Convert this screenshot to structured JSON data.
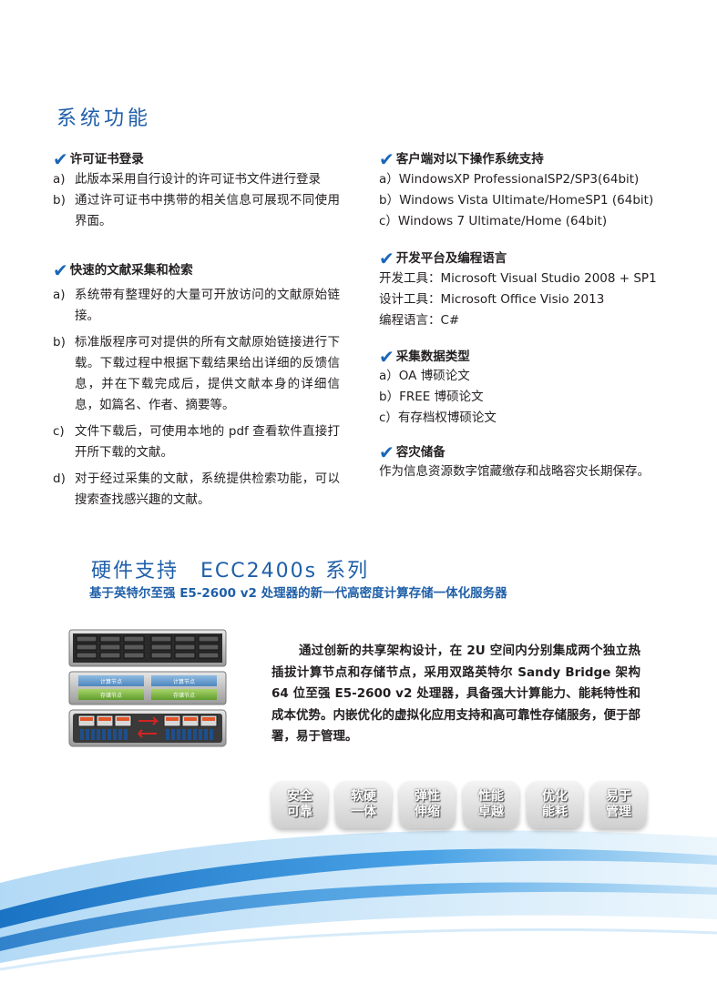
{
  "system": {
    "title": "系统功能",
    "left": [
      {
        "heading": "许可证书登录",
        "items": [
          {
            "mark": "a)",
            "text": "此版本采用自行设计的许可证书文件进行登录"
          },
          {
            "mark": "b)",
            "text": "通过许可证书中携带的相关信息可展现不同使用界面。"
          }
        ]
      },
      {
        "heading": "快速的文献采集和检索",
        "items": [
          {
            "mark": "a)",
            "text": "系统带有整理好的大量可开放访问的文献原始链接。"
          },
          {
            "mark": "b)",
            "text": "标准版程序可对提供的所有文献原始链接进行下载。下载过程中根据下载结果给出详细的反馈信息，并在下载完成后，提供文献本身的详细信息，如篇名、作者、摘要等。"
          },
          {
            "mark": "c)",
            "text": "文件下载后，可使用本地的 pdf 查看软件直接打开所下载的文献。"
          },
          {
            "mark": "d)",
            "text": "对于经过采集的文献，系统提供检索功能，可以搜索查找感兴趣的文献。"
          }
        ]
      }
    ],
    "right": [
      {
        "heading": "客户端对以下操作系统支持",
        "lines": [
          "a）WindowsXP ProfessionalSP2/SP3(64bit)",
          "b）Windows Vista Ultimate/HomeSP1 (64bit)",
          "c）Windows 7 Ultimate/Home (64bit)"
        ]
      },
      {
        "heading": "开发平台及编程语言",
        "lines": [
          "开发工具：Microsoft Visual Studio 2008 + SP1",
          "设计工具：Microsoft Office Visio 2013",
          "编程语言：C#"
        ]
      },
      {
        "heading": "采集数据类型",
        "lines": [
          "a）OA 博硕论文",
          "b）FREE 博硕论文",
          "c）有存档权博硕论文"
        ]
      },
      {
        "heading": "容灾储备",
        "lines": [
          "作为信息资源数字馆藏缴存和战略容灾长期保存。"
        ]
      }
    ]
  },
  "hardware": {
    "title": "硬件支持　ECC2400s 系列",
    "subtitle": "基于英特尔至强 E5-2600 v2 处理器的新一代高密度计算存储一体化服务器",
    "paragraph": "通过创新的共享架构设计，在 2U 空间内分别集成两个独立热插拔计算节点和存储节点，采用双路英特尔 Sandy Bridge 架构 64 位至强 E5-2600 v2 处理器，具备强大计算能力、能耗特性和成本优势。内嵌优化的虚拟化应用支持和高可靠性存储服务，便于部署，易于管理。",
    "server_labels": {
      "compute": "计算节点",
      "storage": "存储节点"
    }
  },
  "badges": [
    {
      "l1": "安全",
      "l2": "可靠"
    },
    {
      "l1": "软硬",
      "l2": "一体"
    },
    {
      "l1": "弹性",
      "l2": "伸缩"
    },
    {
      "l1": "性能",
      "l2": "卓越"
    },
    {
      "l1": "优化",
      "l2": "能耗"
    },
    {
      "l1": "易于",
      "l2": "管理"
    }
  ],
  "colors": {
    "accent": "#1f5fa8",
    "wave": "#2f8fd8"
  }
}
